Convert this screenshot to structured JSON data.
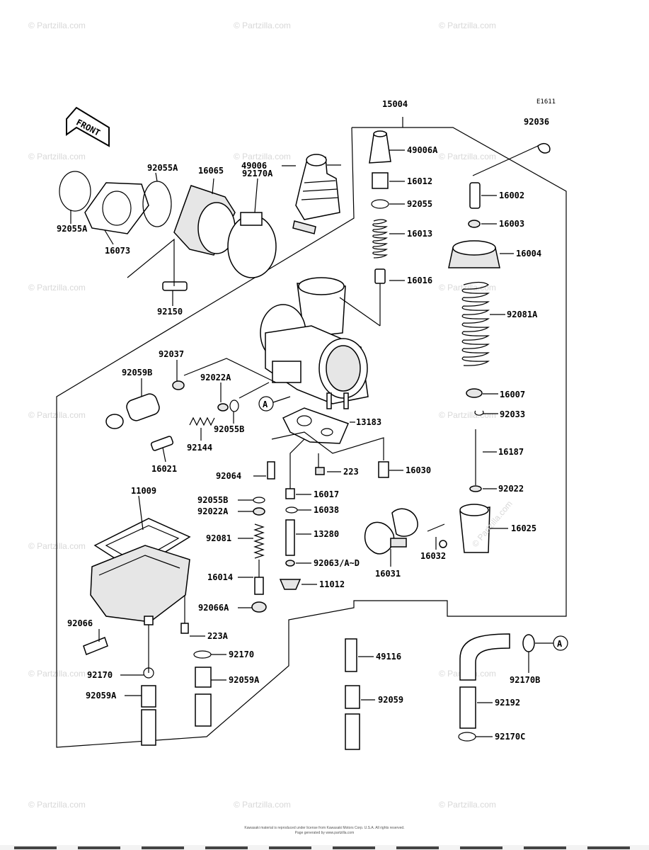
{
  "diagram": {
    "code": "E1611",
    "front_label": "FRONT",
    "watermark": "© Partzilla.com",
    "parts": [
      "15004",
      "92036",
      "49006A",
      "49006",
      "16012",
      "16002",
      "92055",
      "16003",
      "16013",
      "16004",
      "16016",
      "92081A",
      "16065",
      "92055A",
      "92170A",
      "92055A",
      "16073",
      "92150",
      "92037",
      "92059B",
      "92022A",
      "13183",
      "92055B",
      "92144",
      "16021",
      "16007",
      "92033",
      "16187",
      "92022",
      "92064",
      "223",
      "16030",
      "16017",
      "11009",
      "92055B",
      "16038",
      "92022A",
      "13280",
      "92081",
      "16025",
      "16031",
      "16032",
      "92063/A~D",
      "16014",
      "11012",
      "92066A",
      "92066",
      "223A",
      "92170",
      "49116",
      "92170",
      "92059A",
      "92059A",
      "92059",
      "92170B",
      "92192",
      "92170C"
    ],
    "callouts": [
      "A",
      "A"
    ],
    "footer_line1": "Kawasaki material is reproduced under license from Kawasaki Motors Corp. U.S.A. All rights reserved.",
    "footer_line2": "Page generated by www.partzilla.com"
  }
}
